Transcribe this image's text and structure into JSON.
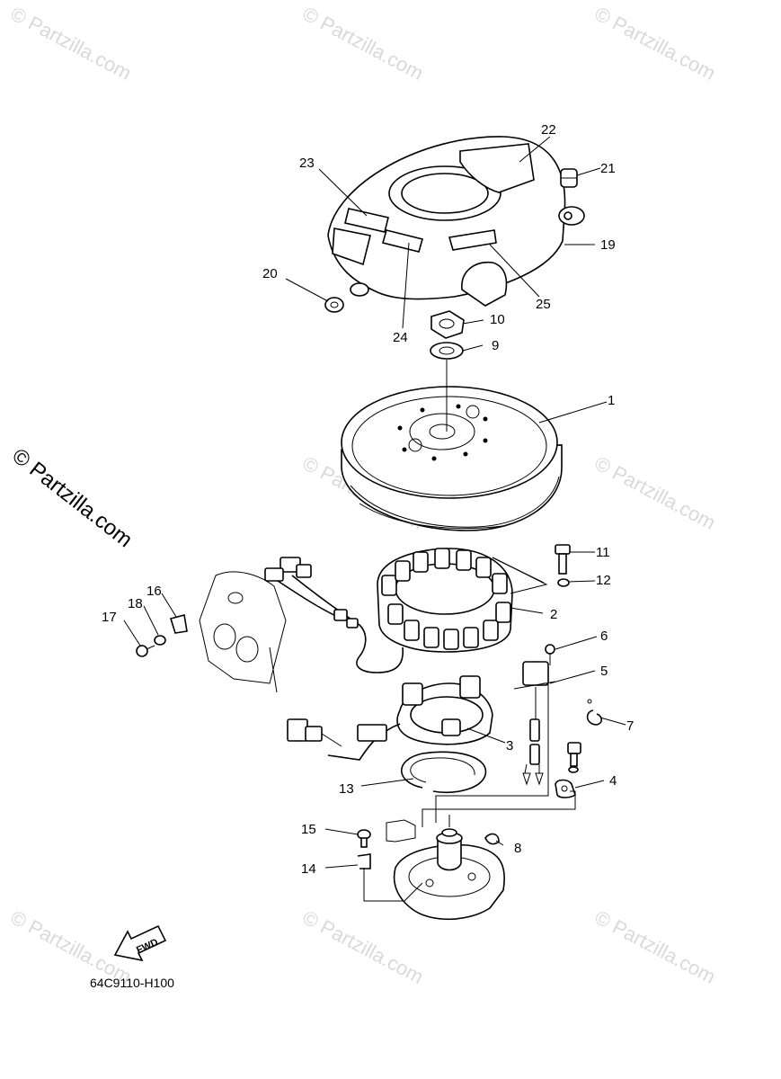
{
  "watermark": {
    "text": "© Partzilla.com",
    "main_text": "© Partzilla.com"
  },
  "diagram": {
    "code": "64C9110-H100",
    "fwd_label": "FWD",
    "callouts": {
      "p1": "1",
      "p2": "2",
      "p3": "3",
      "p4": "4",
      "p5": "5",
      "p6": "6",
      "p7": "7",
      "p8": "8",
      "p9": "9",
      "p10": "10",
      "p11": "11",
      "p12": "12",
      "p13": "13",
      "p14": "14",
      "p15": "15",
      "p16": "16",
      "p17": "17",
      "p18": "18",
      "p19": "19",
      "p20": "20",
      "p21": "21",
      "p22": "22",
      "p23": "23",
      "p24": "24",
      "p25": "25"
    }
  }
}
